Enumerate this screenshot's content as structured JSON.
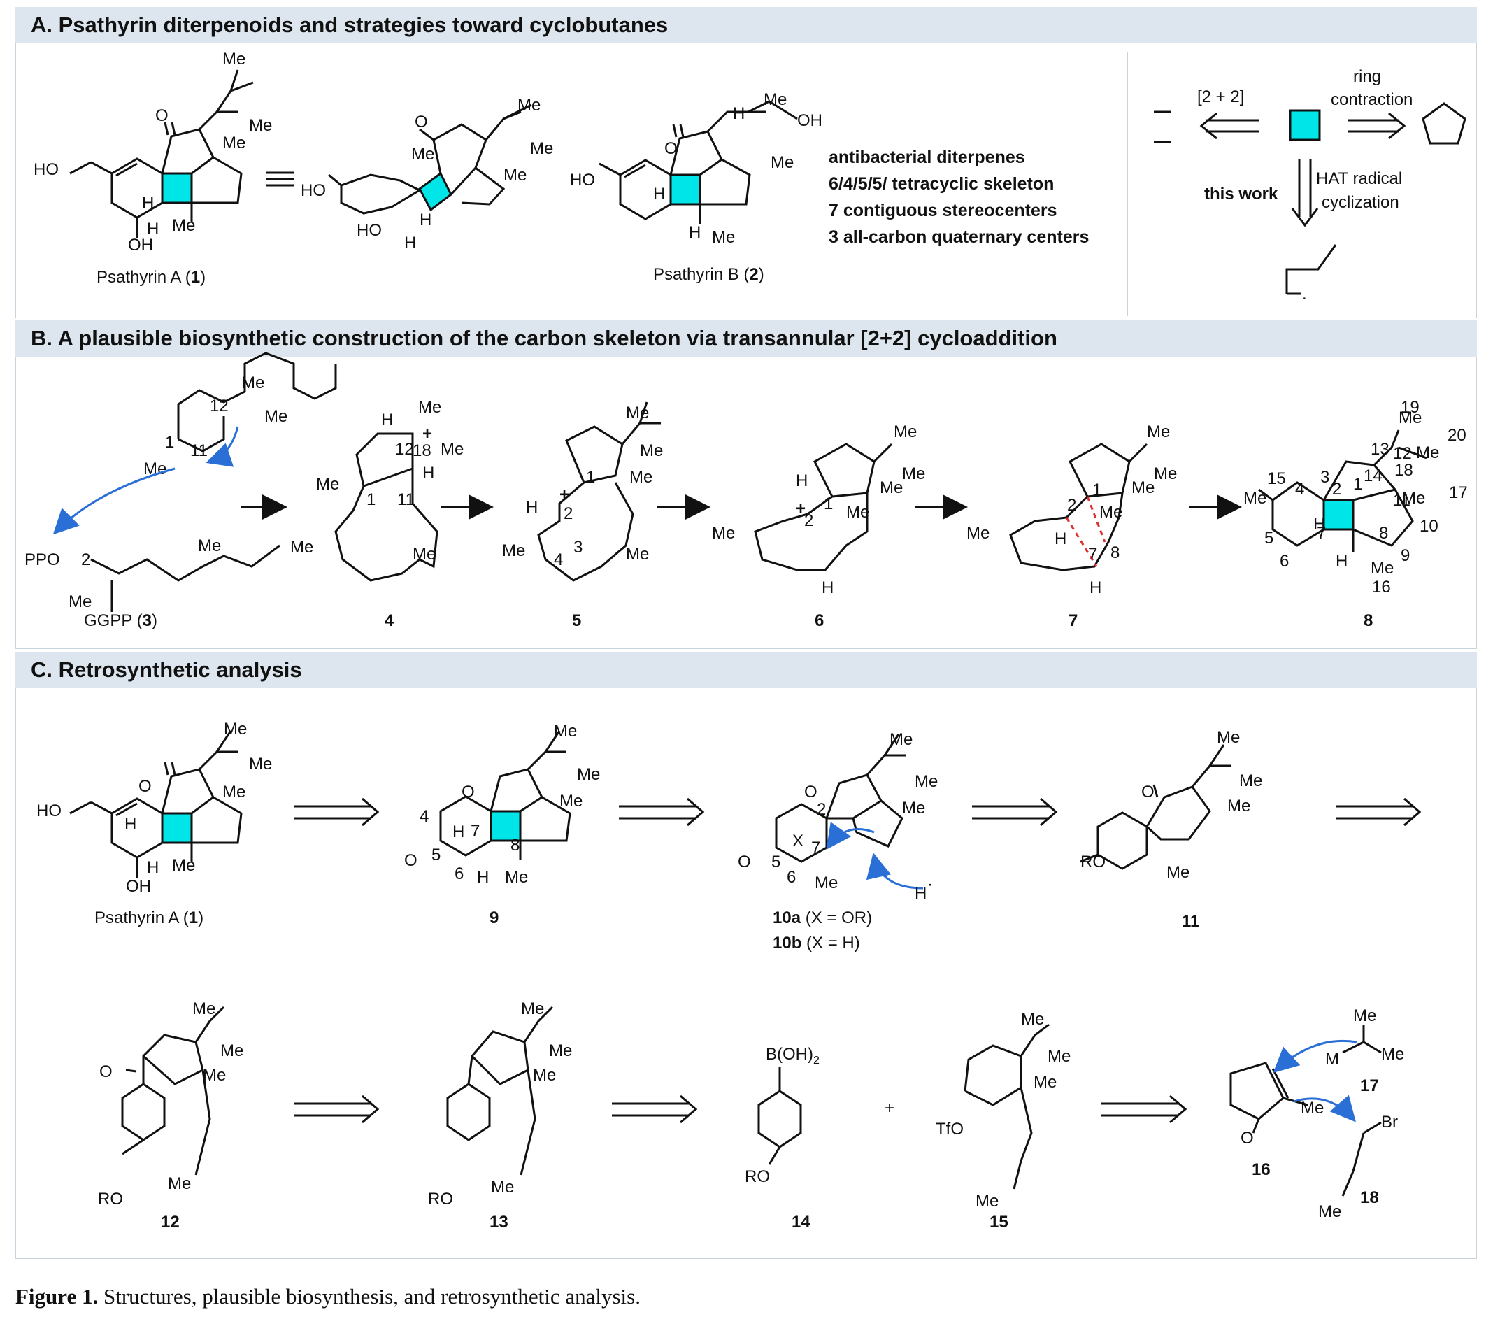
{
  "sections": {
    "a": {
      "title": "A. Psathyrin diterpenoids and strategies toward cyclobutanes",
      "psathyrin_a": "Psathyrin A (",
      "psathyrin_a_num": "1",
      "psathyrin_b": "Psathyrin B (",
      "psathyrin_b_num": "2",
      "features": [
        "antibacterial diterpenes",
        "6/4/5/5/ tetracyclic skeleton",
        "7 contiguous stereocenters",
        "3 all-carbon quaternary centers"
      ],
      "strategy": {
        "cycloaddition": "[2 + 2]",
        "ring": "ring",
        "contraction": "contraction",
        "this_work": "this work",
        "hat1": "HAT radical",
        "hat2": "cyclization"
      }
    },
    "b": {
      "title": "B. A plausible biosynthetic construction of the carbon skeleton via transannular [2+2] cycloaddition",
      "ggpp": "GGPP (",
      "ggpp_num": "3",
      "compounds": [
        "4",
        "5",
        "6",
        "7",
        "8"
      ]
    },
    "c": {
      "title": "C. Retrosynthetic analysis",
      "psathyrin_a": "Psathyrin A (",
      "psathyrin_a_num": "1",
      "compounds_row1": [
        "9",
        "11"
      ],
      "c10a": "10a",
      "c10a_x": " (X = OR)",
      "c10b": "10b",
      "c10b_x": " (X = H)",
      "compounds_row2": [
        "12",
        "13",
        "14",
        "15",
        "16",
        "17",
        "18"
      ],
      "plus": "+"
    }
  },
  "accent_color": "#00e5e8",
  "arrow_color": "#2a6fd6",
  "magenta": "#b0307a",
  "caption": {
    "label": "Figure 1.",
    "text": " Structures, plausible biosynthesis, and retrosynthetic analysis."
  }
}
